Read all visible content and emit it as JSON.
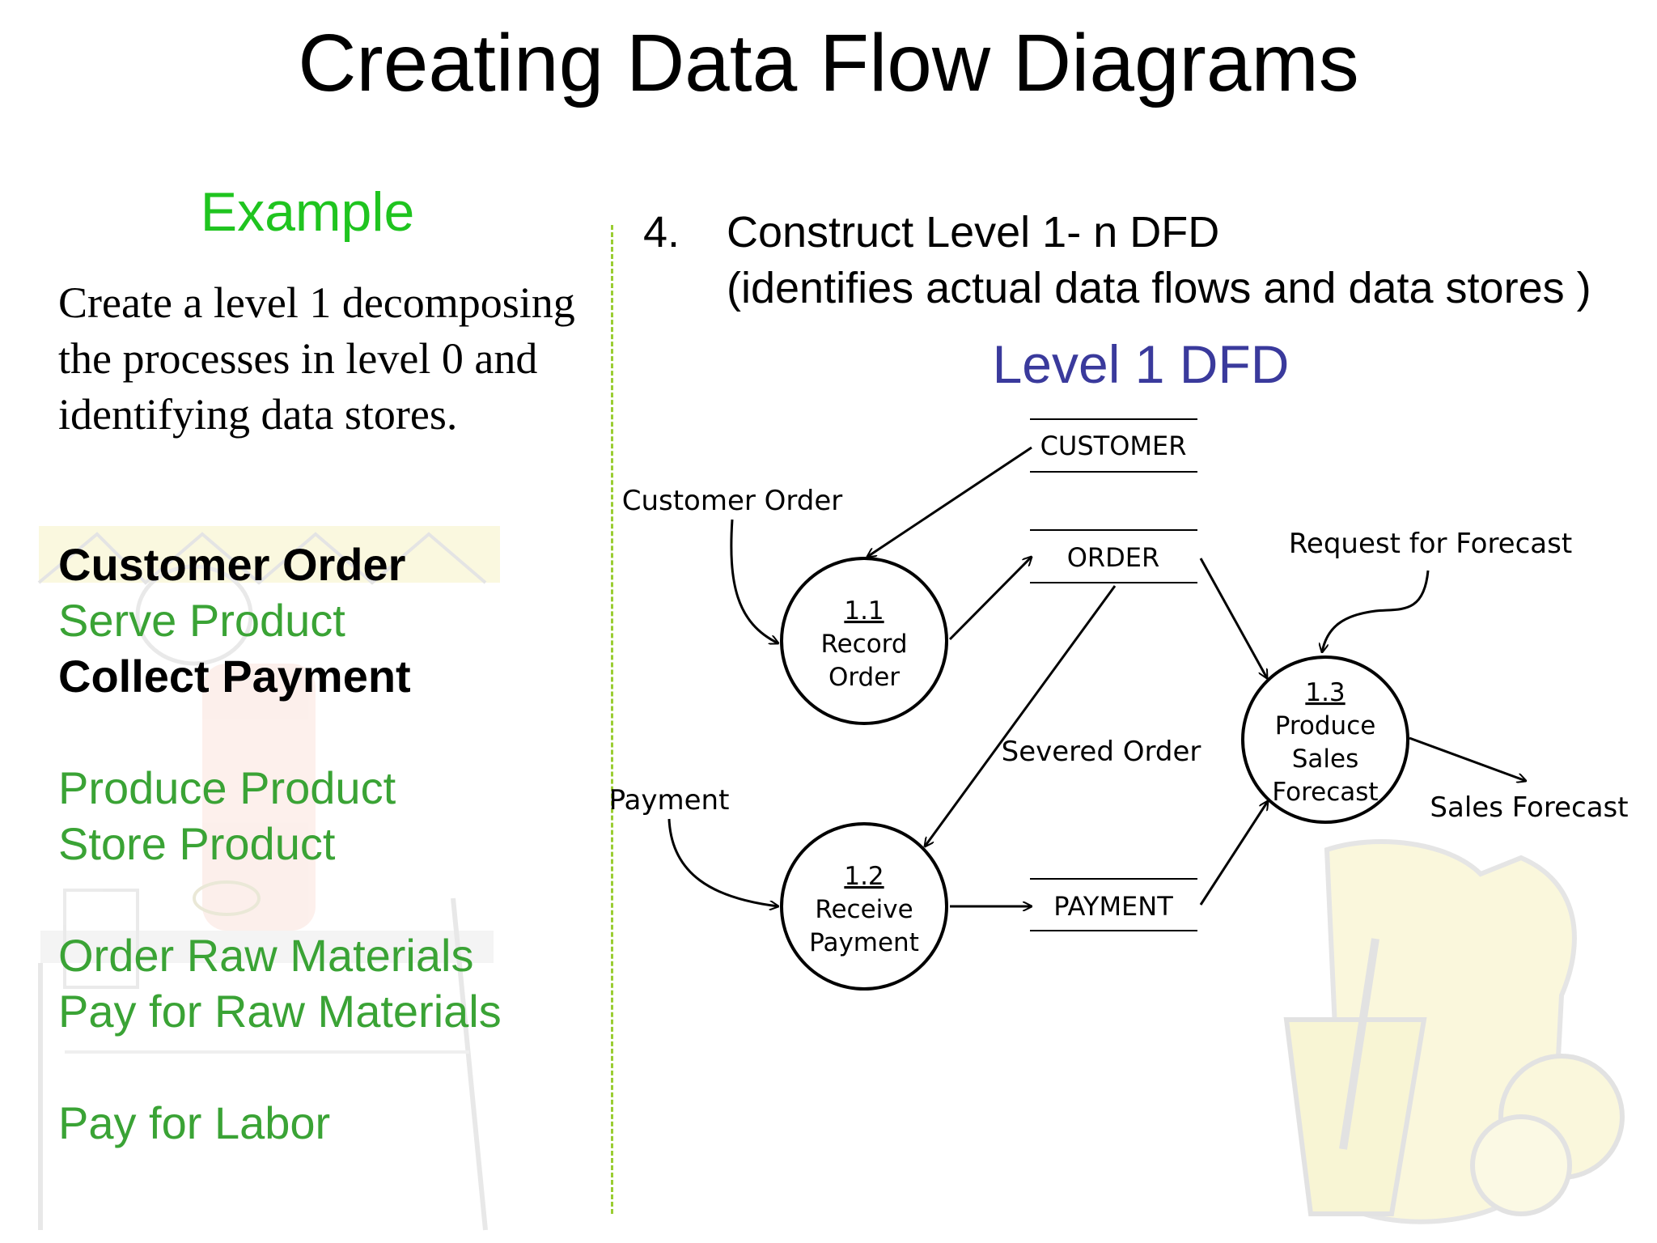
{
  "slide": {
    "title": "Creating Data Flow Diagrams"
  },
  "left": {
    "heading": "Example",
    "intro": "Create a level 1 decomposing the processes in level 0 and identifying data stores.",
    "items": [
      {
        "label": "Customer Order",
        "color": "#000000",
        "bold": true
      },
      {
        "label": "Serve Product",
        "color": "#3aa335",
        "bold": false
      },
      {
        "label": "Collect Payment",
        "color": "#000000",
        "bold": true
      },
      {
        "label": "Produce Product",
        "color": "#3aa335",
        "bold": false
      },
      {
        "label": "Store Product",
        "color": "#3aa335",
        "bold": false
      },
      {
        "label": "Order Raw Materials",
        "color": "#3aa335",
        "bold": false
      },
      {
        "label": "Pay for Raw Materials",
        "color": "#3aa335",
        "bold": false
      },
      {
        "label": "Pay for Labor",
        "color": "#3aa335",
        "bold": false
      }
    ]
  },
  "right": {
    "step_number": "4.",
    "step_title": "Construct Level 1- n DFD",
    "step_subtitle": "(identifies actual data flows and data stores )",
    "diagram_title": "Level 1 DFD"
  },
  "diagram": {
    "processes": [
      {
        "id": "1.1",
        "line1": "Record",
        "line2": "Order"
      },
      {
        "id": "1.2",
        "line1": "Receive",
        "line2": "Payment"
      },
      {
        "id": "1.3",
        "line1": "Produce",
        "line2": "Sales",
        "line3": "Forecast"
      }
    ],
    "stores": {
      "customer": "CUSTOMER",
      "order": "ORDER",
      "payment": "PAYMENT"
    },
    "flows": {
      "customer_order": "Customer Order",
      "payment": "Payment",
      "severed_order": "Severed Order",
      "request_for_forecast": "Request for Forecast",
      "sales_forecast": "Sales Forecast"
    }
  },
  "colors": {
    "heading_green": "#1fc41f",
    "item_green": "#3aa335",
    "diagram_title_blue": "#3a3a9c",
    "divider": "#9acd32",
    "background_art": "#f7f3c6"
  }
}
